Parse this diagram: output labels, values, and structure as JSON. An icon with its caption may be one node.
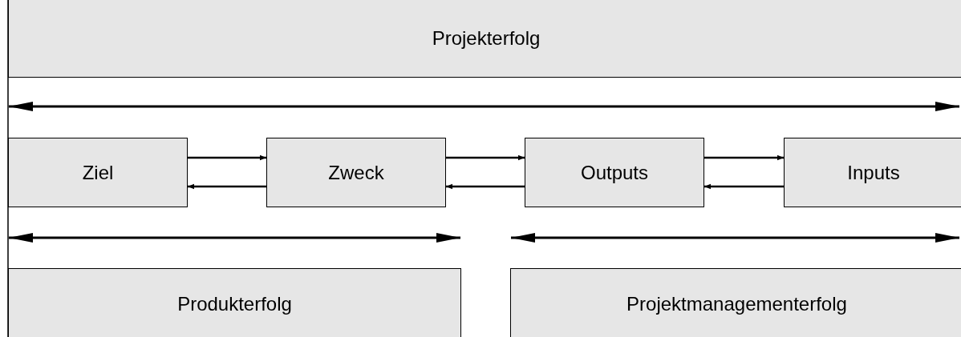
{
  "diagram": {
    "nodes": [
      {
        "text": [
          "Projekterfolg"
        ]
      },
      {
        "text": [
          "Ziel"
        ]
      },
      {
        "text": [
          "Zweck"
        ]
      },
      {
        "text": [
          "Outputs"
        ]
      },
      {
        "text": [
          "Inputs"
        ]
      },
      {
        "text": [
          "Produkterfolg"
        ]
      },
      {
        "text": [
          "Projektmanagementerfolg"
        ]
      }
    ],
    "edges": [
      {
        "from": 1,
        "to": 2,
        "arrow": "to"
      },
      {
        "from": 2,
        "to": 1,
        "arrow": "to"
      },
      {
        "from": 2,
        "to": 3,
        "arrow": "to"
      },
      {
        "from": 3,
        "to": 2,
        "arrow": "to"
      },
      {
        "from": 3,
        "to": 4,
        "arrow": "to"
      },
      {
        "from": 4,
        "to": 3,
        "arrow": "to"
      }
    ]
  }
}
